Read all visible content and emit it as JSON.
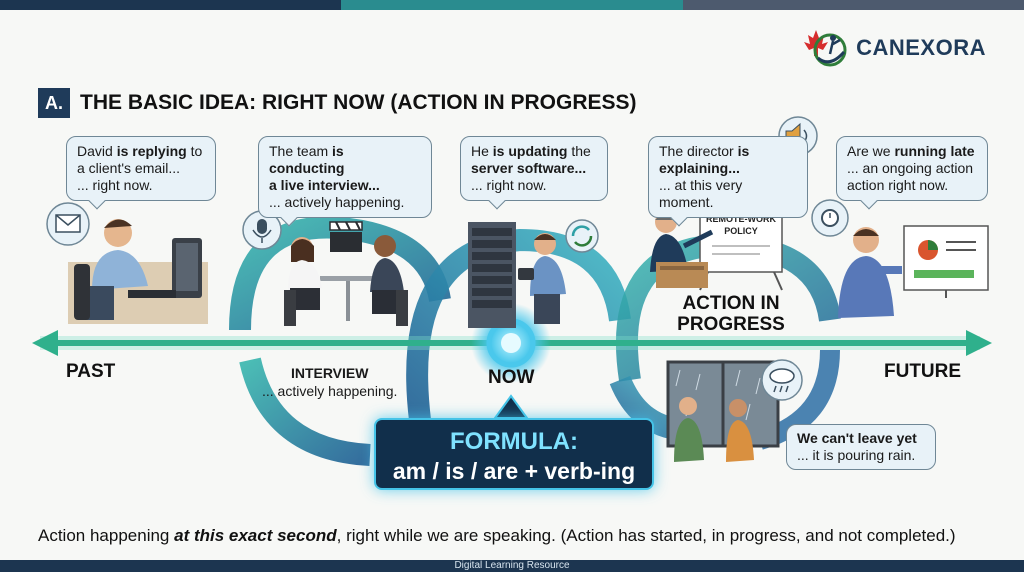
{
  "colors": {
    "bar_left": "#1c3550",
    "bar_mid": "#2a8c8f",
    "bar_right": "#4d5a6e",
    "accent": "#45c4e8",
    "navy": "#1f3b5a"
  },
  "logo": {
    "name": "CANEXORA"
  },
  "section": {
    "letter": "A.",
    "title": "THE BASIC IDEA: RIGHT NOW (ACTION IN PROGRESS)"
  },
  "bubbles": [
    {
      "pre": "David ",
      "bold": "is replying",
      "post": " to",
      "line2": "a client's email...",
      "line3": "... right now."
    },
    {
      "pre": "The team ",
      "bold": "is conducting",
      "post": "",
      "line2b": "a live interview...",
      "line3": "... actively happening."
    },
    {
      "pre": "He ",
      "bold": "is updating",
      "post": " the",
      "line2b": "server software...",
      "line3": "... right now."
    },
    {
      "pre": "The director ",
      "bold": "is",
      "post": "",
      "line2b": "explaining...",
      "line3": "... at this very moment."
    },
    {
      "pre": "Are we ",
      "bold": "running late",
      "post": "",
      "line2": "... an ongoing action",
      "line3": "action right now."
    }
  ],
  "rain_bubble": {
    "bold": "We can't leave yet",
    "line2": "... it is pouring rain."
  },
  "board": {
    "line1": "REMOTE-WORK",
    "line2": "POLICY"
  },
  "timeline": {
    "past": "PAST",
    "now": "NOW",
    "future": "FUTURE"
  },
  "interview": {
    "title": "INTERVIEW",
    "sub": "... actively happening."
  },
  "action_label": "ACTION IN PROGRESS",
  "formula": {
    "title": "FORMULA:",
    "body": "am / is / are + verb-ing"
  },
  "footer": {
    "pre": "Action happening ",
    "em": "at this exact second",
    "post": ", right while we are speaking. (Action has started, in progress, and not completed.)"
  },
  "bottom_caption": "Digital Learning Resource",
  "icons": [
    "email-icon",
    "microphone-icon",
    "clapperboard-icon",
    "sync-icon",
    "speaker-icon",
    "watch-icon",
    "rain-cloud-icon",
    "chart-board-icon"
  ]
}
